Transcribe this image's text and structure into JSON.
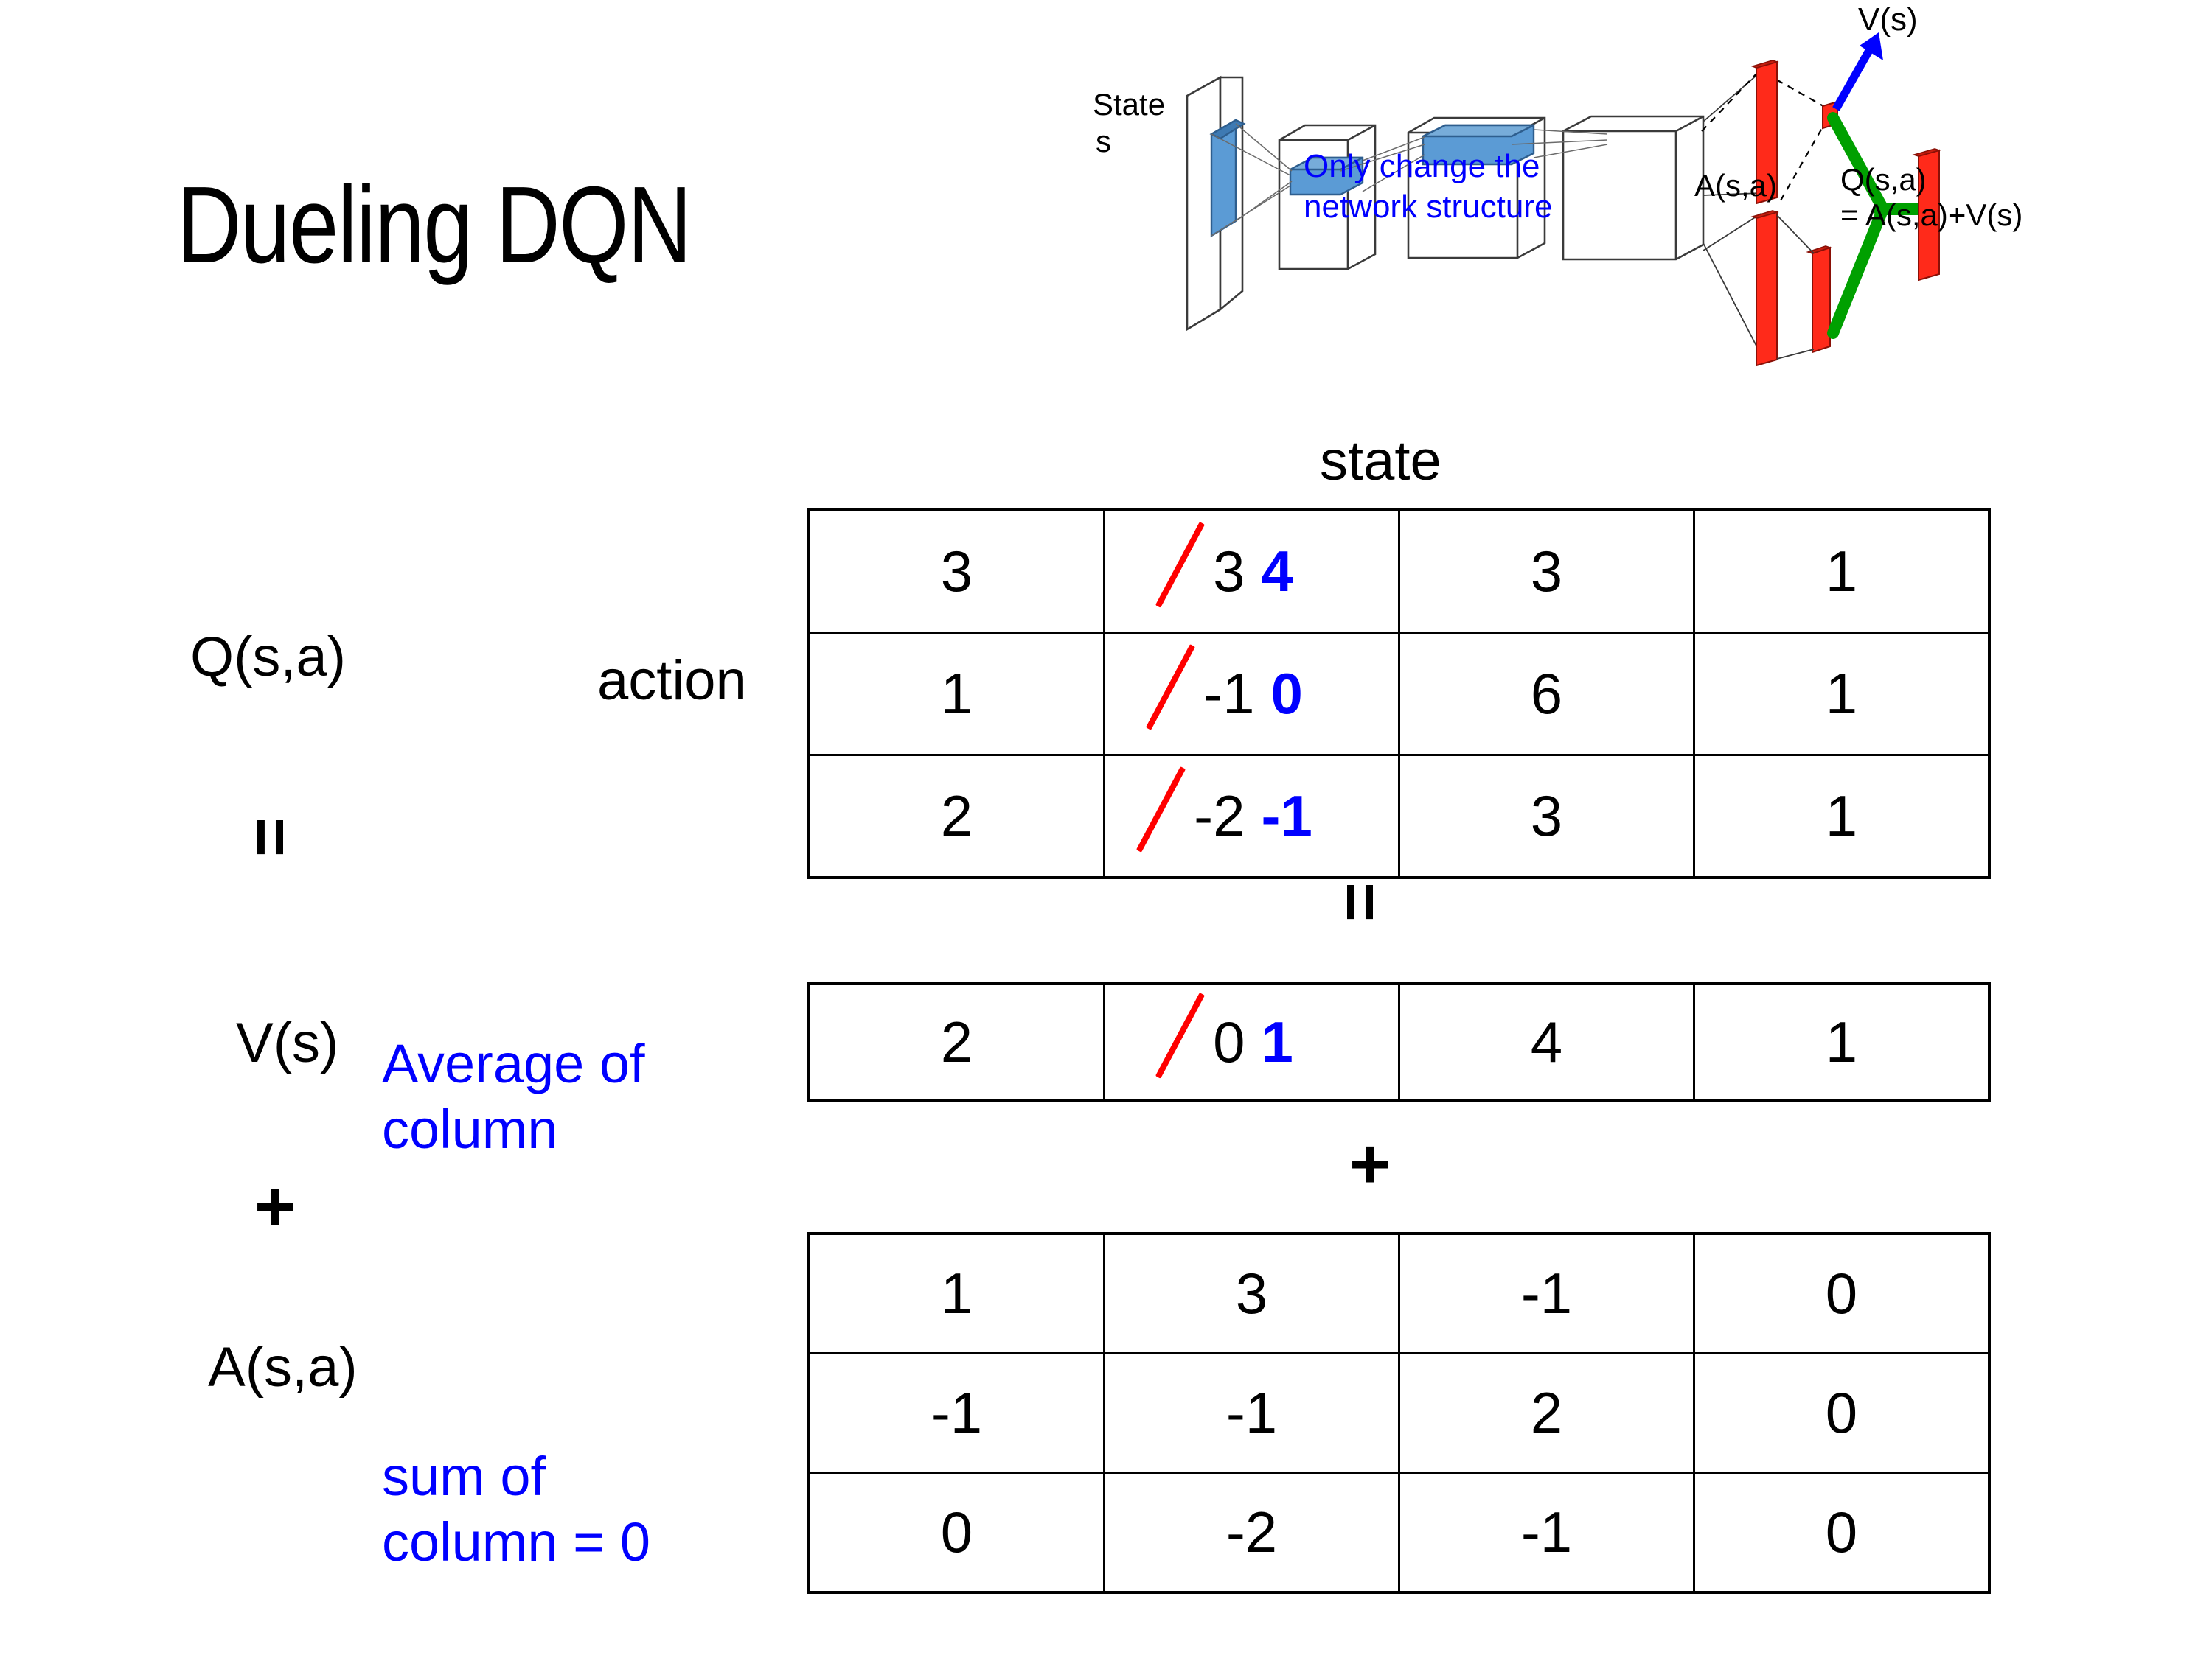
{
  "title": "Dueling DQN",
  "diagram": {
    "input_label_line1": "State",
    "input_label_line2": "s",
    "note": "Only change the\nnetwork structure",
    "v_label": "V(s)",
    "a_label": "A(s,a)",
    "q_label_line1": "Q(s,a)",
    "q_label_line2": "= A(s,a)+V(s)",
    "colors": {
      "note": "#0000FF",
      "v_arrow": "#0000FF",
      "combine": "#00A000",
      "output_bar": "#FF2A1A",
      "conv_block": "#5B9BD5"
    }
  },
  "labels": {
    "state": "state",
    "action": "action",
    "q": "Q(s,a)",
    "v": "V(s)",
    "a": "A(s,a)",
    "average_note": "Average of\ncolumn",
    "sum_note": "sum of\ncolumn = 0",
    "equals": "=",
    "plus": "+"
  },
  "chart_data": {
    "type": "table",
    "title": "Dueling DQN   Q(s,a) = V(s) + A(s,a)",
    "xlabel": "state",
    "ylabel": "action",
    "tables": [
      {
        "name": "Q(s,a)",
        "rows": 3,
        "cols": 4,
        "cells": [
          [
            {
              "value": "3"
            },
            {
              "value": "3",
              "struck": true,
              "new_value": "4"
            },
            {
              "value": "3"
            },
            {
              "value": "1"
            }
          ],
          [
            {
              "value": "1"
            },
            {
              "value": "-1",
              "struck": true,
              "new_value": "0"
            },
            {
              "value": "6"
            },
            {
              "value": "1"
            }
          ],
          [
            {
              "value": "2"
            },
            {
              "value": "-2",
              "struck": true,
              "new_value": "-1"
            },
            {
              "value": "3"
            },
            {
              "value": "1"
            }
          ]
        ]
      },
      {
        "name": "V(s)",
        "rows": 1,
        "cols": 4,
        "cells": [
          [
            {
              "value": "2"
            },
            {
              "value": "0",
              "struck": true,
              "new_value": "1"
            },
            {
              "value": "4"
            },
            {
              "value": "1"
            }
          ]
        ]
      },
      {
        "name": "A(s,a)",
        "rows": 3,
        "cols": 4,
        "cells": [
          [
            {
              "value": "1"
            },
            {
              "value": "3"
            },
            {
              "value": "-1"
            },
            {
              "value": "0"
            }
          ],
          [
            {
              "value": "-1"
            },
            {
              "value": "-1"
            },
            {
              "value": "2"
            },
            {
              "value": "0"
            }
          ],
          [
            {
              "value": "0"
            },
            {
              "value": "-2"
            },
            {
              "value": "-1"
            },
            {
              "value": "0"
            }
          ]
        ]
      }
    ],
    "annotations": [
      "Average of column",
      "sum of column = 0",
      "Only change the network structure"
    ],
    "struck_color": "#FF0000",
    "new_value_color": "#0000FF"
  }
}
